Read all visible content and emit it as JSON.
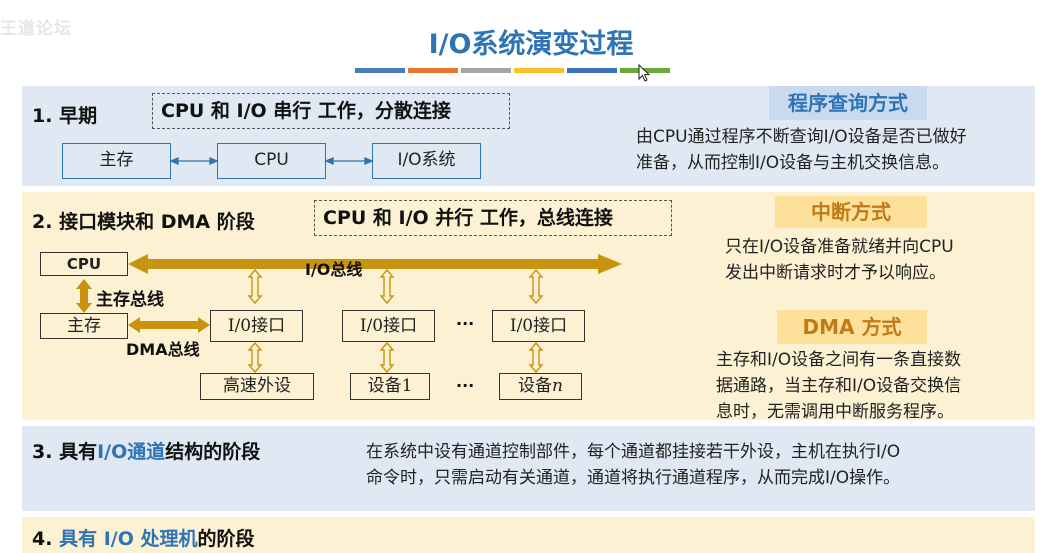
{
  "watermark": "王道论坛",
  "title": "I/O系统演变过程",
  "stripes": [
    "#4a7ebb",
    "#e8762d",
    "#a5a5a5",
    "#f6c12b",
    "#3f6fb5",
    "#6aaa3b"
  ],
  "section1": {
    "num": "1.",
    "label": "早期",
    "note": "CPU 和 I/O 串行 工作，分散连接",
    "box_main_memory": "主存",
    "box_cpu": "CPU",
    "box_io_system": "I/O系统",
    "method_tag": "程序查询方式",
    "method_desc_line1": "由CPU通过程序不断查询I/O设备是否已做好",
    "method_desc_line2": "准备，从而控制I/O设备与主机交换信息。"
  },
  "section2": {
    "num": "2.",
    "label": "接口模块和 DMA 阶段",
    "note": "CPU 和 I/O  并行 工作，总线连接",
    "cpu": "CPU",
    "io_bus": "I/O总线",
    "memory_bus": "主存总线",
    "main_memory": "主存",
    "dma_bus": "DMA总线",
    "interface1": "I/0接口",
    "interface2": "I/0接口",
    "interface3": "I/0接口",
    "dots1": "···",
    "dots2": "···",
    "device_fast": "高速外设",
    "device1": "设备1",
    "device_n_prefix": "设备",
    "device_n_suffix": "n",
    "interrupt_tag": "中断方式",
    "interrupt_desc_line1": "只在I/O设备准备就绪并向CPU",
    "interrupt_desc_line2": "发出中断请求时才予以响应。",
    "dma_tag": "DMA 方式",
    "dma_desc_line1": "主存和I/O设备之间有一条直接数",
    "dma_desc_line2": "据通路，当主存和I/O设备交换信",
    "dma_desc_line3": "息时，无需调用中断服务程序。"
  },
  "section3": {
    "num": "3.",
    "label_pre": "具有",
    "label_blue": "I/O通道",
    "label_post": "结构的阶段",
    "desc_line1": "在系统中设有通道控制部件，每个通道都挂接若干外设，主机在执行I/O",
    "desc_line2": "命令时，只需启动有关通道，通道将执行通道程序，从而完成I/O操作。"
  },
  "section4": {
    "num": "4.",
    "label_blue": "具有 I/O 处理机",
    "label_post": "的阶段"
  }
}
